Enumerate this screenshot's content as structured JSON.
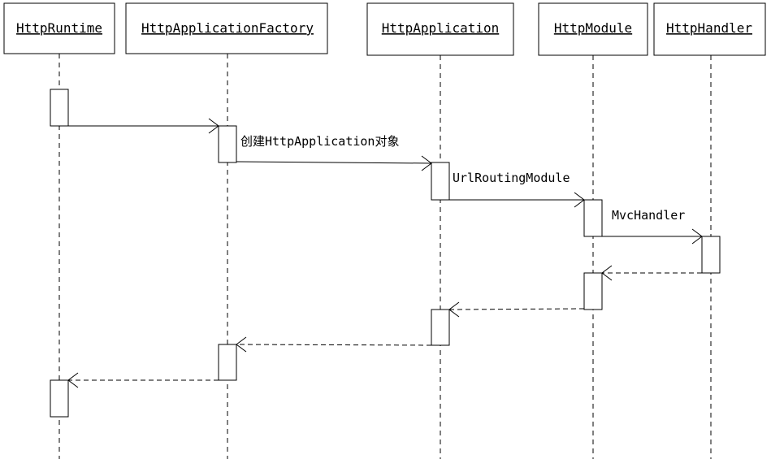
{
  "participants": [
    {
      "id": "runtime",
      "label": "HttpRuntime"
    },
    {
      "id": "factory",
      "label": "HttpApplicationFactory"
    },
    {
      "id": "application",
      "label": "HttpApplication"
    },
    {
      "id": "module",
      "label": "HttpModule"
    },
    {
      "id": "handler",
      "label": "HttpHandler"
    }
  ],
  "messages": [
    {
      "from": "runtime",
      "to": "factory",
      "kind": "call",
      "label": ""
    },
    {
      "from": "factory",
      "to": "application",
      "kind": "call",
      "label": "创建HttpApplication对象"
    },
    {
      "from": "application",
      "to": "module",
      "kind": "call",
      "label": "UrlRoutingModule"
    },
    {
      "from": "module",
      "to": "handler",
      "kind": "call",
      "label": "MvcHandler"
    },
    {
      "from": "handler",
      "to": "module",
      "kind": "return",
      "label": ""
    },
    {
      "from": "module",
      "to": "application",
      "kind": "return",
      "label": ""
    },
    {
      "from": "application",
      "to": "factory",
      "kind": "return",
      "label": ""
    },
    {
      "from": "factory",
      "to": "runtime",
      "kind": "return",
      "label": ""
    }
  ]
}
